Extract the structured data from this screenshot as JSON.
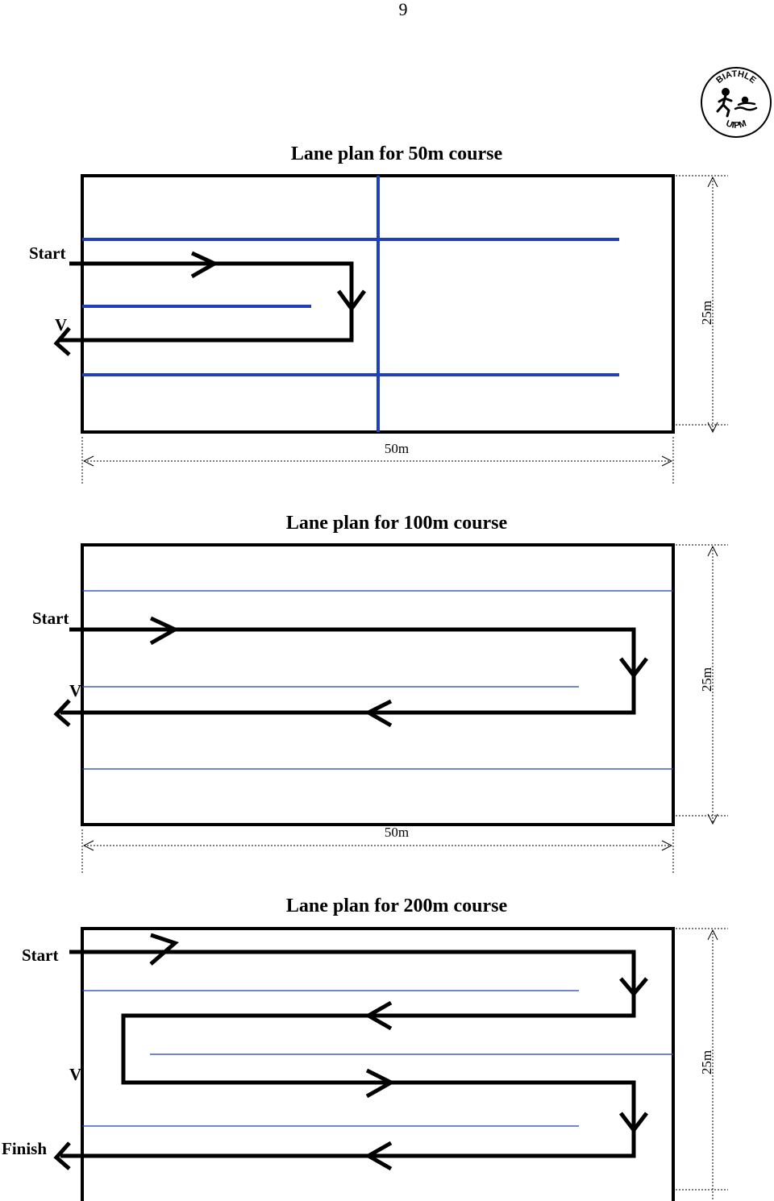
{
  "page": {
    "number": "9"
  },
  "logo": {
    "top_text": "BIATHLE",
    "bottom_text": "UIPM"
  },
  "diagrams": [
    {
      "title": "Lane plan for 50m course",
      "start_label": "Start",
      "turn_marker": "V",
      "width_label": "50m",
      "height_label": "25m"
    },
    {
      "title": "Lane plan for 100m course",
      "start_label": "Start",
      "turn_marker": "V",
      "width_label": "50m",
      "height_label": "25m"
    },
    {
      "title": "Lane plan for 200m course",
      "start_label": "Start",
      "turn_marker": "V",
      "finish_label": "Finish",
      "height_label": "25m"
    }
  ],
  "colors": {
    "lane_rope": "#1f3fbf",
    "route": "#000000",
    "pool_border": "#000000"
  }
}
